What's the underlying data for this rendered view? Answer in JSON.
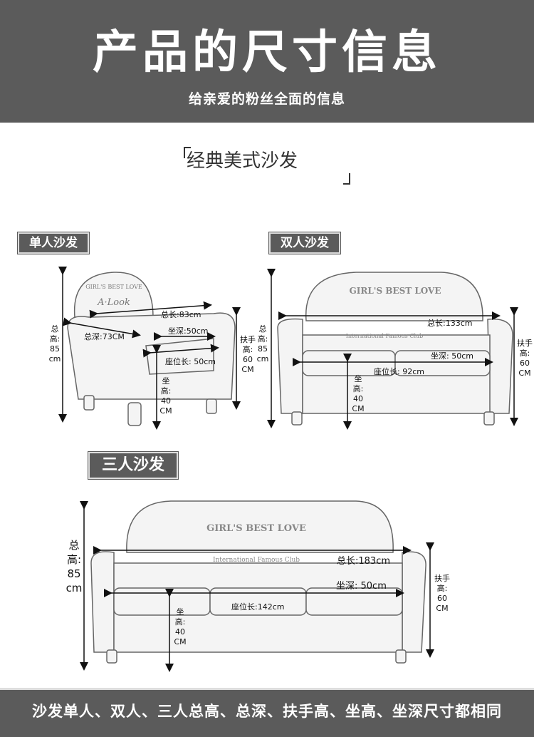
{
  "header": {
    "title": "产品的尺寸信息",
    "subtitle": "给亲爱的粉丝全面的信息"
  },
  "section_title": "经典美式沙发",
  "single": {
    "tag": "单人沙发",
    "total_height": {
      "label": "总高:",
      "value": "85 cm"
    },
    "total_length": "总长:83cm",
    "total_depth": "总深:73CM",
    "seat_depth": "坐深:50cm",
    "seat_length": "座位长: 50cm",
    "seat_height": {
      "label": "坐高:",
      "value": "40 CM"
    },
    "arm_height": {
      "label": "扶手高:",
      "value": "60 CM"
    }
  },
  "double": {
    "tag": "双人沙发",
    "total_height": {
      "label": "总高:",
      "value": "85 cm"
    },
    "total_length": "总长:133cm",
    "seat_depth": "坐深: 50cm",
    "seat_length": "座位长: 92cm",
    "seat_height": {
      "label": "坐高:",
      "value": "40 CM"
    },
    "arm_height": {
      "label": "扶手高:",
      "value": "60 CM"
    }
  },
  "triple": {
    "tag": "三人沙发",
    "total_height": {
      "label": "总高:",
      "value": "85 cm"
    },
    "total_length": "总长:183cm",
    "seat_depth": "坐深: 50cm",
    "seat_length": "座位长:142cm",
    "seat_height": {
      "label": "坐高:",
      "value": "40 CM"
    },
    "arm_height": {
      "label": "扶手高:",
      "value": "60 CM"
    }
  },
  "sofa_print": {
    "line1": "GIRL'S BEST LOVE",
    "line2": "A·Look",
    "line3": "International Famous Club"
  },
  "footer": "沙发单人、双人、三人总高、总深、扶手高、坐高、坐深尺寸都相同"
}
